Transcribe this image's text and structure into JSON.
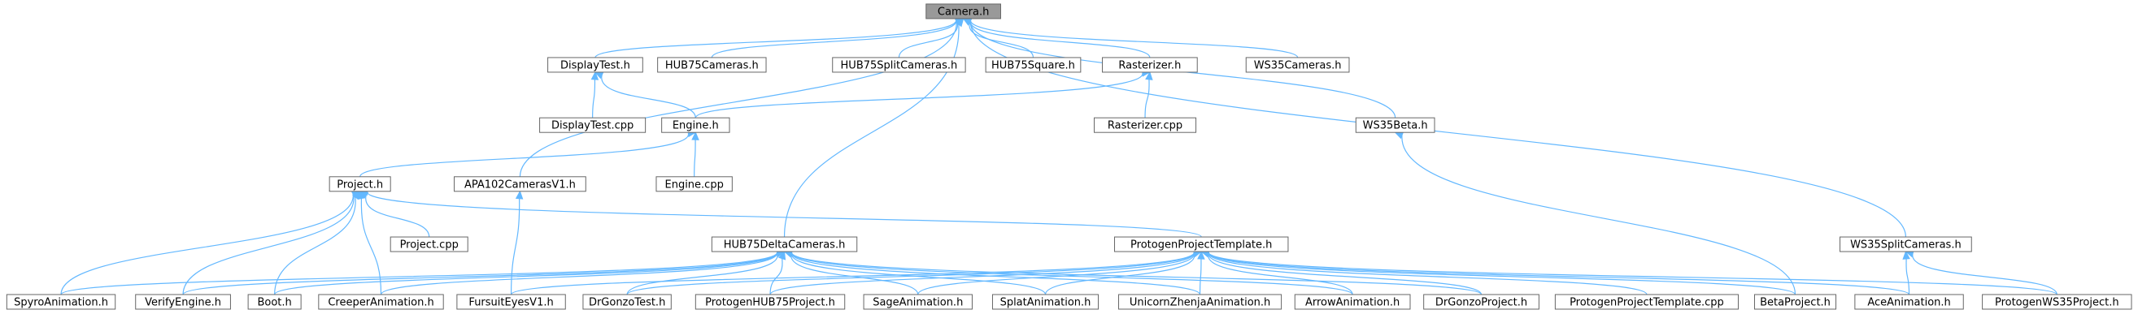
{
  "nodes": [
    {
      "id": "camera",
      "label": "Camera.h",
      "root": true
    },
    {
      "id": "displaytest_h",
      "label": "DisplayTest.h"
    },
    {
      "id": "hub75cameras",
      "label": "HUB75Cameras.h"
    },
    {
      "id": "hub75splitcameras",
      "label": "HUB75SplitCameras.h"
    },
    {
      "id": "hub75square",
      "label": "HUB75Square.h"
    },
    {
      "id": "rasterizer_h",
      "label": "Rasterizer.h"
    },
    {
      "id": "ws35cameras",
      "label": "WS35Cameras.h"
    },
    {
      "id": "displaytest_cpp",
      "label": "DisplayTest.cpp"
    },
    {
      "id": "engine_h",
      "label": "Engine.h"
    },
    {
      "id": "rasterizer_cpp",
      "label": "Rasterizer.cpp"
    },
    {
      "id": "ws35beta",
      "label": "WS35Beta.h"
    },
    {
      "id": "project_h",
      "label": "Project.h"
    },
    {
      "id": "apa102",
      "label": "APA102CamerasV1.h"
    },
    {
      "id": "engine_cpp",
      "label": "Engine.cpp"
    },
    {
      "id": "project_cpp",
      "label": "Project.cpp"
    },
    {
      "id": "hub75delta",
      "label": "HUB75DeltaCameras.h"
    },
    {
      "id": "protogentemplate_h",
      "label": "ProtogenProjectTemplate.h"
    },
    {
      "id": "ws35split",
      "label": "WS35SplitCameras.h"
    },
    {
      "id": "spyro",
      "label": "SpyroAnimation.h"
    },
    {
      "id": "verifyengine",
      "label": "VerifyEngine.h"
    },
    {
      "id": "boot",
      "label": "Boot.h"
    },
    {
      "id": "creeper",
      "label": "CreeperAnimation.h"
    },
    {
      "id": "fursuiteyes",
      "label": "FursuitEyesV1.h"
    },
    {
      "id": "drgonzotest",
      "label": "DrGonzoTest.h"
    },
    {
      "id": "protogenhub75",
      "label": "ProtogenHUB75Project.h"
    },
    {
      "id": "sage",
      "label": "SageAnimation.h"
    },
    {
      "id": "splat",
      "label": "SplatAnimation.h"
    },
    {
      "id": "unicorn",
      "label": "UnicornZhenjaAnimation.h"
    },
    {
      "id": "arrow",
      "label": "ArrowAnimation.h"
    },
    {
      "id": "drgonzoproject",
      "label": "DrGonzoProject.h"
    },
    {
      "id": "protogentemplate_cpp",
      "label": "ProtogenProjectTemplate.cpp"
    },
    {
      "id": "betaproject",
      "label": "BetaProject.h"
    },
    {
      "id": "ace",
      "label": "AceAnimation.h"
    },
    {
      "id": "protogenws35",
      "label": "ProtogenWS35Project.h"
    }
  ],
  "edges": [
    [
      "displaytest_h",
      "camera"
    ],
    [
      "hub75cameras",
      "camera"
    ],
    [
      "hub75splitcameras",
      "camera"
    ],
    [
      "hub75square",
      "camera"
    ],
    [
      "rasterizer_h",
      "camera"
    ],
    [
      "ws35cameras",
      "camera"
    ],
    [
      "ws35beta",
      "camera"
    ],
    [
      "apa102",
      "camera"
    ],
    [
      "hub75delta",
      "camera"
    ],
    [
      "ws35split",
      "camera"
    ],
    [
      "displaytest_cpp",
      "displaytest_h"
    ],
    [
      "engine_h",
      "displaytest_h"
    ],
    [
      "engine_h",
      "rasterizer_h"
    ],
    [
      "rasterizer_cpp",
      "rasterizer_h"
    ],
    [
      "project_h",
      "engine_h"
    ],
    [
      "engine_cpp",
      "engine_h"
    ],
    [
      "betaproject",
      "ws35beta"
    ],
    [
      "fursuiteyes",
      "apa102"
    ],
    [
      "project_cpp",
      "project_h"
    ],
    [
      "protogentemplate_h",
      "project_h"
    ],
    [
      "spyro",
      "project_h"
    ],
    [
      "verifyengine",
      "project_h"
    ],
    [
      "boot",
      "project_h"
    ],
    [
      "creeper",
      "project_h"
    ],
    [
      "ace",
      "ws35split"
    ],
    [
      "protogenws35",
      "ws35split"
    ],
    [
      "spyro",
      "hub75delta"
    ],
    [
      "verifyengine",
      "hub75delta"
    ],
    [
      "boot",
      "hub75delta"
    ],
    [
      "creeper",
      "hub75delta"
    ],
    [
      "drgonzotest",
      "hub75delta"
    ],
    [
      "protogenhub75",
      "hub75delta"
    ],
    [
      "sage",
      "hub75delta"
    ],
    [
      "splat",
      "hub75delta"
    ],
    [
      "unicorn",
      "hub75delta"
    ],
    [
      "arrow",
      "hub75delta"
    ],
    [
      "drgonzoproject",
      "hub75delta"
    ],
    [
      "fursuiteyes",
      "protogentemplate_h"
    ],
    [
      "drgonzotest",
      "protogentemplate_h"
    ],
    [
      "protogenhub75",
      "protogentemplate_h"
    ],
    [
      "sage",
      "protogentemplate_h"
    ],
    [
      "splat",
      "protogentemplate_h"
    ],
    [
      "unicorn",
      "protogentemplate_h"
    ],
    [
      "arrow",
      "protogentemplate_h"
    ],
    [
      "drgonzoproject",
      "protogentemplate_h"
    ],
    [
      "protogentemplate_cpp",
      "protogentemplate_h"
    ],
    [
      "betaproject",
      "protogentemplate_h"
    ],
    [
      "ace",
      "protogentemplate_h"
    ],
    [
      "protogenws35",
      "protogentemplate_h"
    ]
  ],
  "colors": {
    "edge": "#63b8ff",
    "root_fill": "#999999",
    "node_fill": "#ffffff",
    "node_border": "#666666"
  }
}
